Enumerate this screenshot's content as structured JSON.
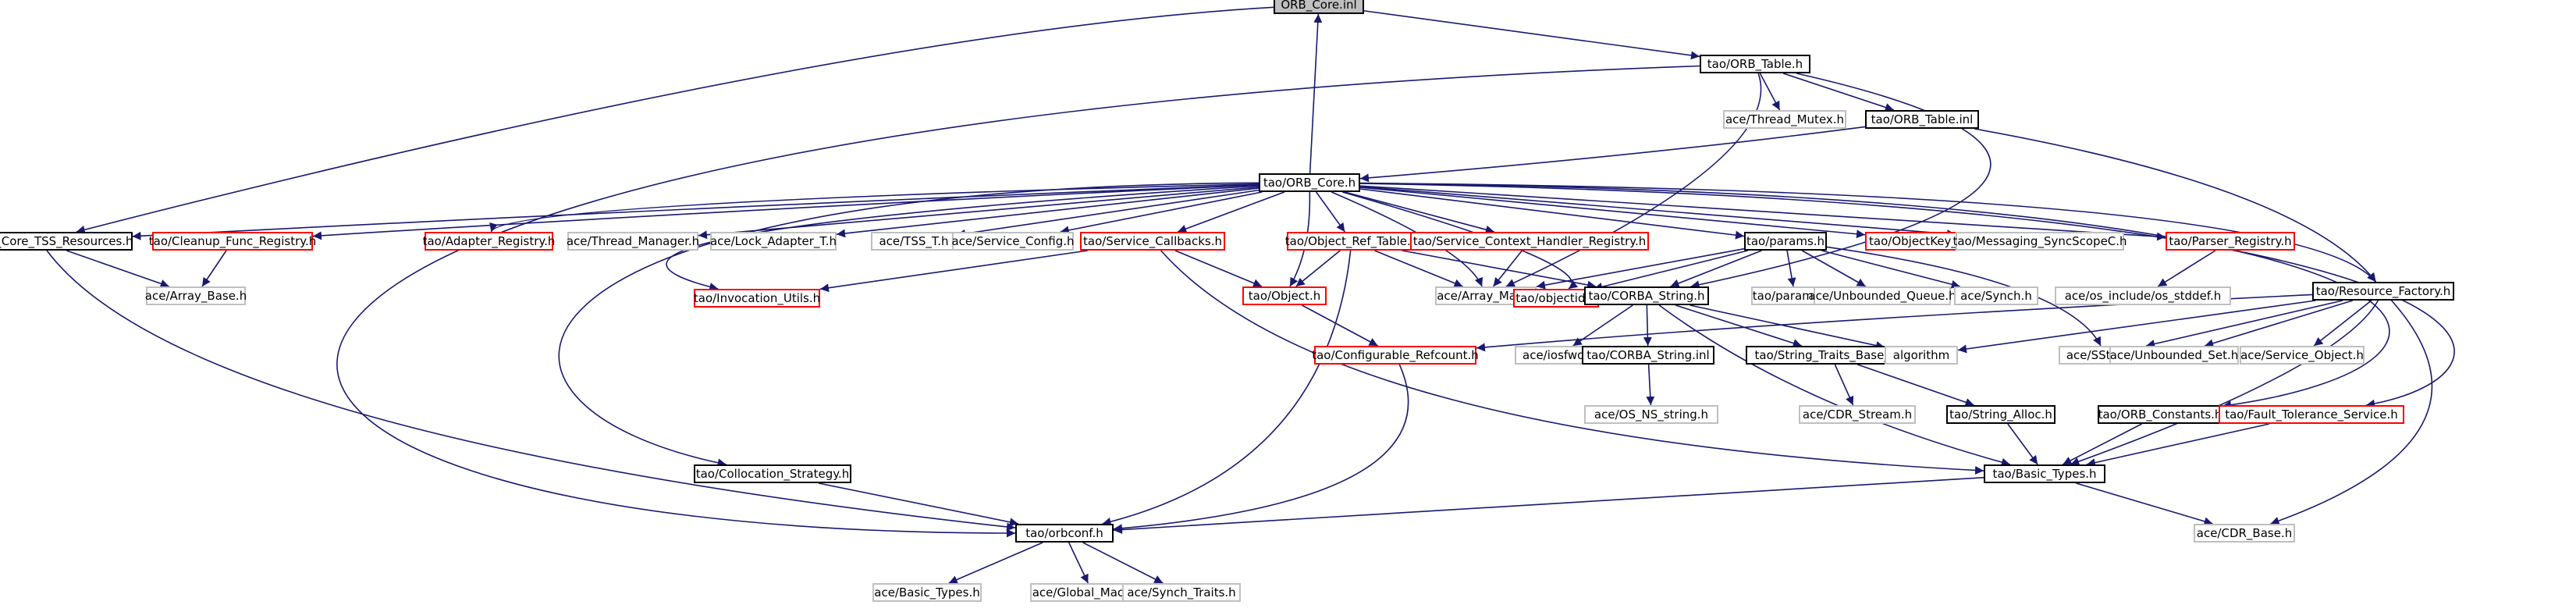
{
  "colors": {
    "edge": "#191970",
    "box": "#000000",
    "ext_box": "#bfbfbf",
    "trunc_box": "#ff0000",
    "root_fill": "#bfbfbf"
  },
  "nodes": {
    "orb_core_inl": "ORB_Core.inl",
    "orb_table_h": "tao/ORB_Table.h",
    "thread_mutex_h": "ace/Thread_Mutex.h",
    "orb_table_inl": "tao/ORB_Table.inl",
    "orb_core_h": "tao/ORB_Core.h",
    "orb_core_tss_resources_h": "tao/ORB_Core_TSS_Resources.h",
    "cleanup_func_registry_h": "tao/Cleanup_Func_Registry.h",
    "adapter_registry_h": "tao/Adapter_Registry.h",
    "thread_manager_h": "ace/Thread_Manager.h",
    "lock_adapter_t_h": "ace/Lock_Adapter_T.h",
    "tss_t_h": "ace/TSS_T.h",
    "service_config_h": "ace/Service_Config.h",
    "service_callbacks_h": "tao/Service_Callbacks.h",
    "object_ref_table_h": "tao/Object_Ref_Table.h",
    "service_context_handler_registry_h": "tao/Service_Context_Handler_Registry.h",
    "params_h": "tao/params.h",
    "objectkey_table_h": "tao/ObjectKey_Table.h",
    "messaging_syncscopec_h": "tao/Messaging_SyncScopeC.h",
    "parser_registry_h": "tao/Parser_Registry.h",
    "array_base_h": "ace/Array_Base.h",
    "invocation_utils_h": "tao/Invocation_Utils.h",
    "object_h": "tao/Object.h",
    "array_map_h": "ace/Array_Map.h",
    "objectid_h": "tao/objectid.h",
    "corba_string_h": "tao/CORBA_String.h",
    "params_inl": "tao/params.inl",
    "unbounded_queue_h": "ace/Unbounded_Queue.h",
    "synch_h": "ace/Synch.h",
    "os_stddef_h": "ace/os_include/os_stddef.h",
    "resource_factory_h": "tao/Resource_Factory.h",
    "configurable_refcount_h": "tao/Configurable_Refcount.h",
    "iosfwd_h": "ace/iosfwd.h",
    "corba_string_inl": "tao/CORBA_String.inl",
    "string_traits_base_t_h": "tao/String_Traits_Base_T.h",
    "algorithm": "algorithm",
    "sstring_h": "ace/SString.h",
    "unbounded_set_h": "ace/Unbounded_Set.h",
    "service_object_h": "ace/Service_Object.h",
    "os_ns_string_h": "ace/OS_NS_string.h",
    "cdr_stream_h": "ace/CDR_Stream.h",
    "string_alloc_h": "tao/String_Alloc.h",
    "orb_constants_h": "tao/ORB_Constants.h",
    "fault_tolerance_service_h": "tao/Fault_Tolerance_Service.h",
    "collocation_strategy_h": "tao/Collocation_Strategy.h",
    "basic_types_tao_h": "tao/Basic_Types.h",
    "orbconf_h": "tao/orbconf.h",
    "cdr_base_h": "ace/CDR_Base.h",
    "basic_types_ace_h": "ace/Basic_Types.h",
    "global_macros_h": "ace/Global_Macros.h",
    "synch_traits_h": "ace/Synch_Traits.h"
  }
}
